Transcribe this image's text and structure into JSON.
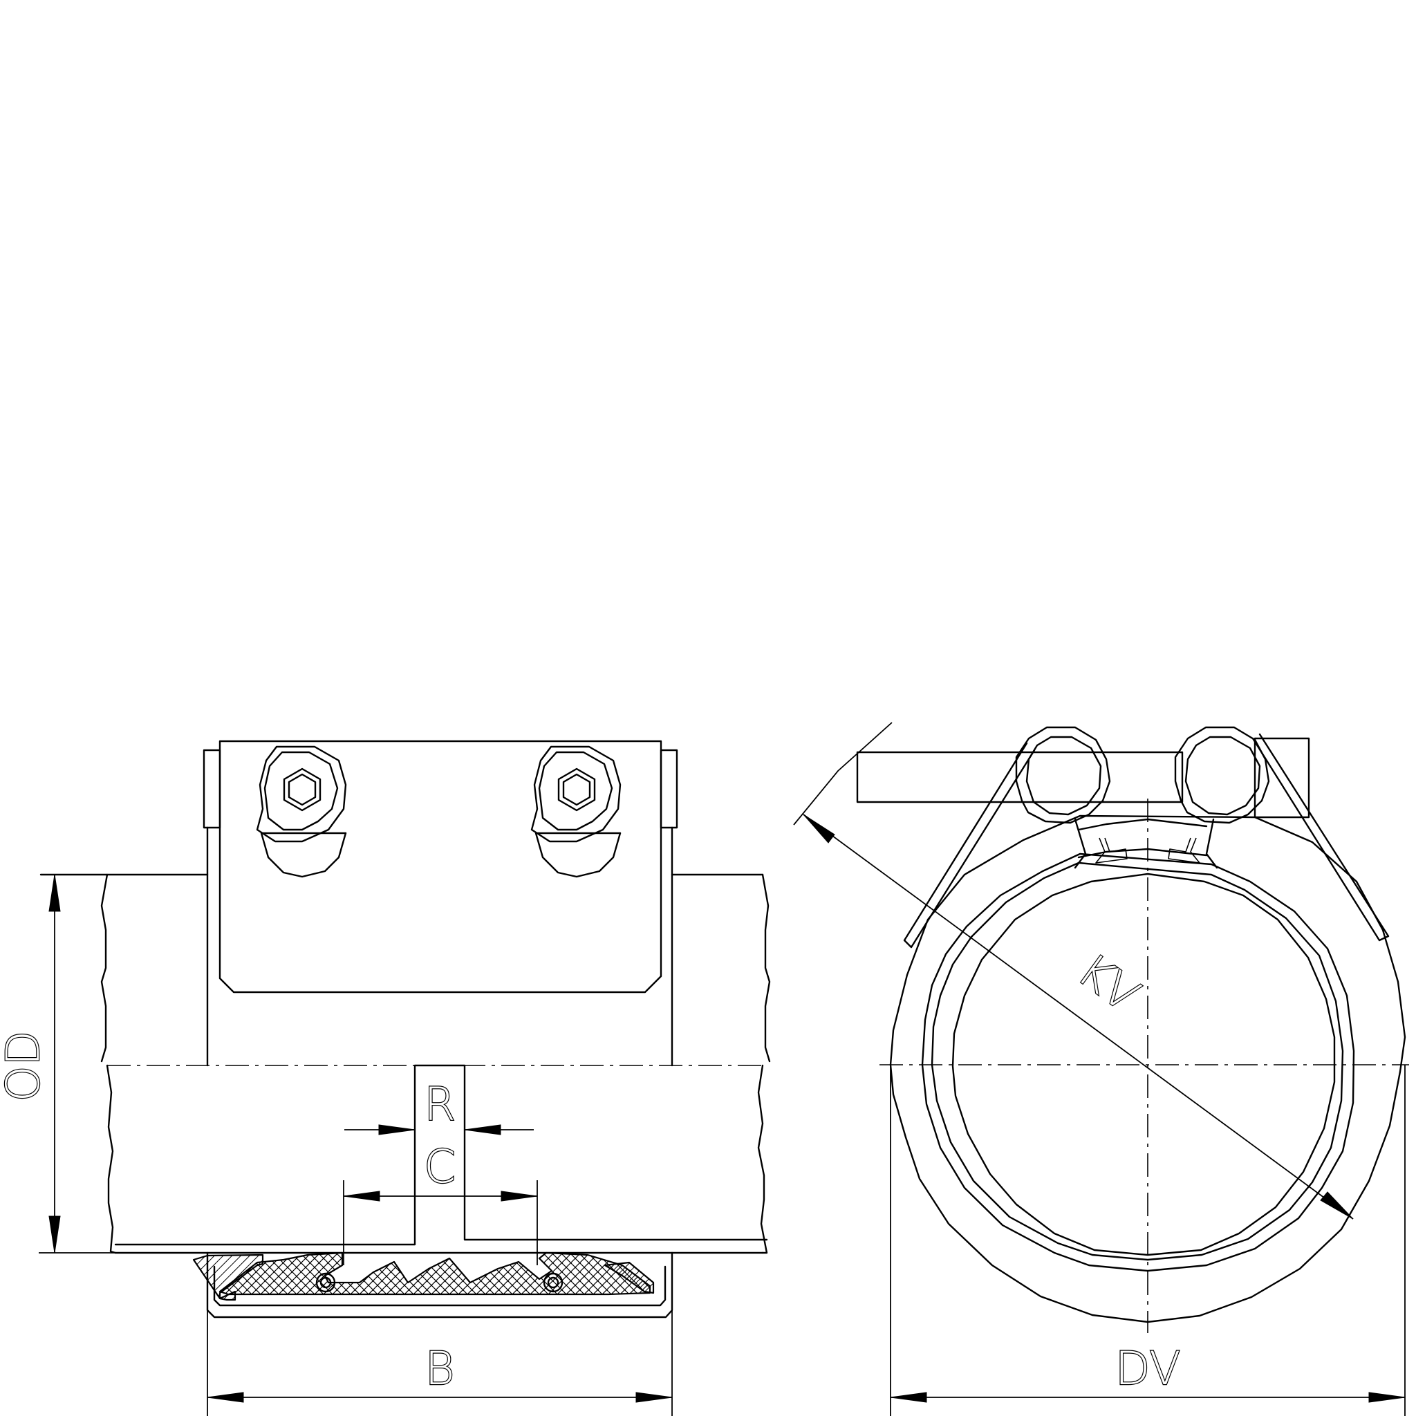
{
  "diagram": {
    "labels": {
      "od": "OD",
      "r": "R",
      "c": "C",
      "b": "B",
      "dv": "DV",
      "kv": "KV"
    }
  }
}
